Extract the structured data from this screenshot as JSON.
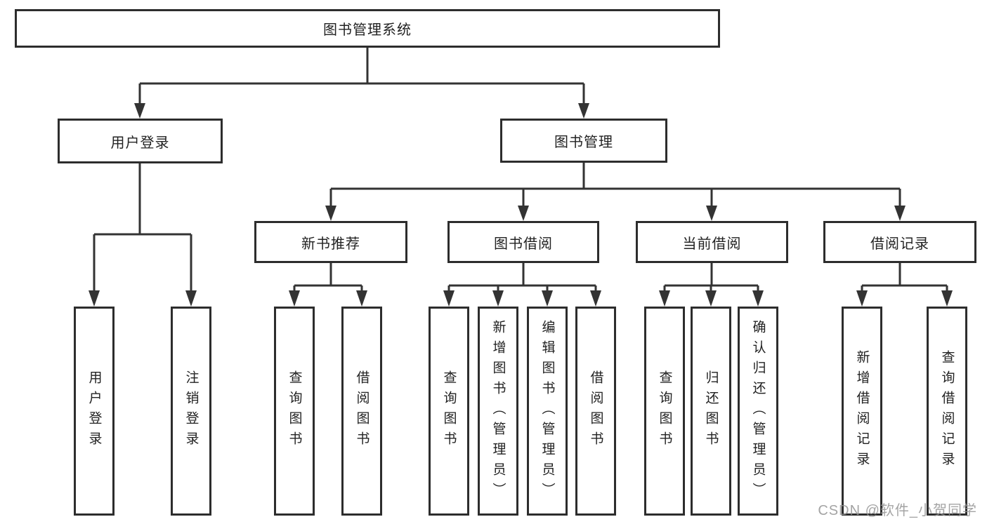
{
  "tree": {
    "label": "图书管理系统",
    "children": [
      {
        "label": "用户登录",
        "children": [
          {
            "label": "用户登录"
          },
          {
            "label": "注销登录"
          }
        ]
      },
      {
        "label": "图书管理",
        "children": [
          {
            "label": "新书推荐",
            "children": [
              {
                "label": "查询图书"
              },
              {
                "label": "借阅图书"
              }
            ]
          },
          {
            "label": "图书借阅",
            "children": [
              {
                "label": "查询图书"
              },
              {
                "label": "新增图书（管理员）"
              },
              {
                "label": "编辑图书（管理员）"
              },
              {
                "label": "借阅图书"
              }
            ]
          },
          {
            "label": "当前借阅",
            "children": [
              {
                "label": "查询图书"
              },
              {
                "label": "归还图书"
              },
              {
                "label": "确认归还（管理员）"
              }
            ]
          },
          {
            "label": "借阅记录",
            "children": [
              {
                "label": "新增借阅记录"
              },
              {
                "label": "查询借阅记录"
              }
            ]
          }
        ]
      }
    ]
  },
  "watermark": {
    "text": "CSDN @软件_小贺同学"
  },
  "colors": {
    "line": "#333333",
    "box_border": "#2d2d2d",
    "text": "#222222",
    "background": "#ffffff",
    "watermark": "#949494"
  }
}
